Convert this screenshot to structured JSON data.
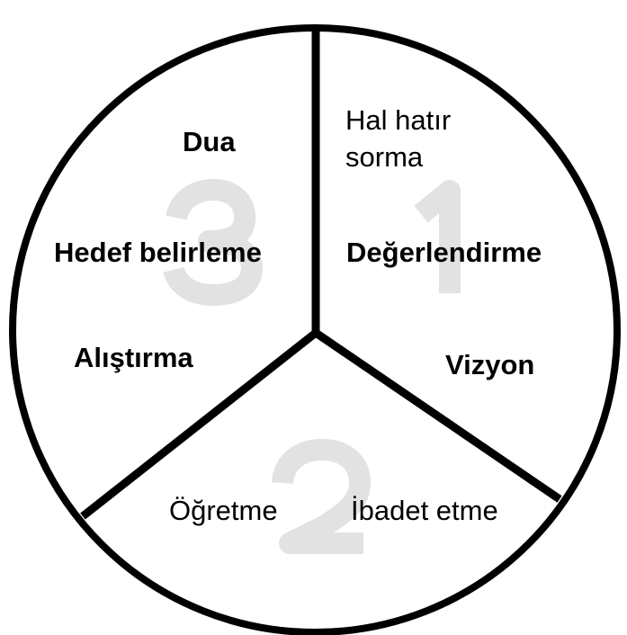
{
  "diagram": {
    "sections": [
      {
        "number": "1",
        "items": [
          "Hal hatır",
          "sorma",
          "Değerlendirme",
          "Vizyon"
        ]
      },
      {
        "number": "2",
        "items": [
          "Öğretme",
          "İbadet etme"
        ]
      },
      {
        "number": "3",
        "items": [
          "Dua",
          "Hedef belirleme",
          "Alıştırma"
        ]
      }
    ],
    "colors": {
      "stroke": "#000000",
      "number": "#e2e2e2"
    }
  }
}
